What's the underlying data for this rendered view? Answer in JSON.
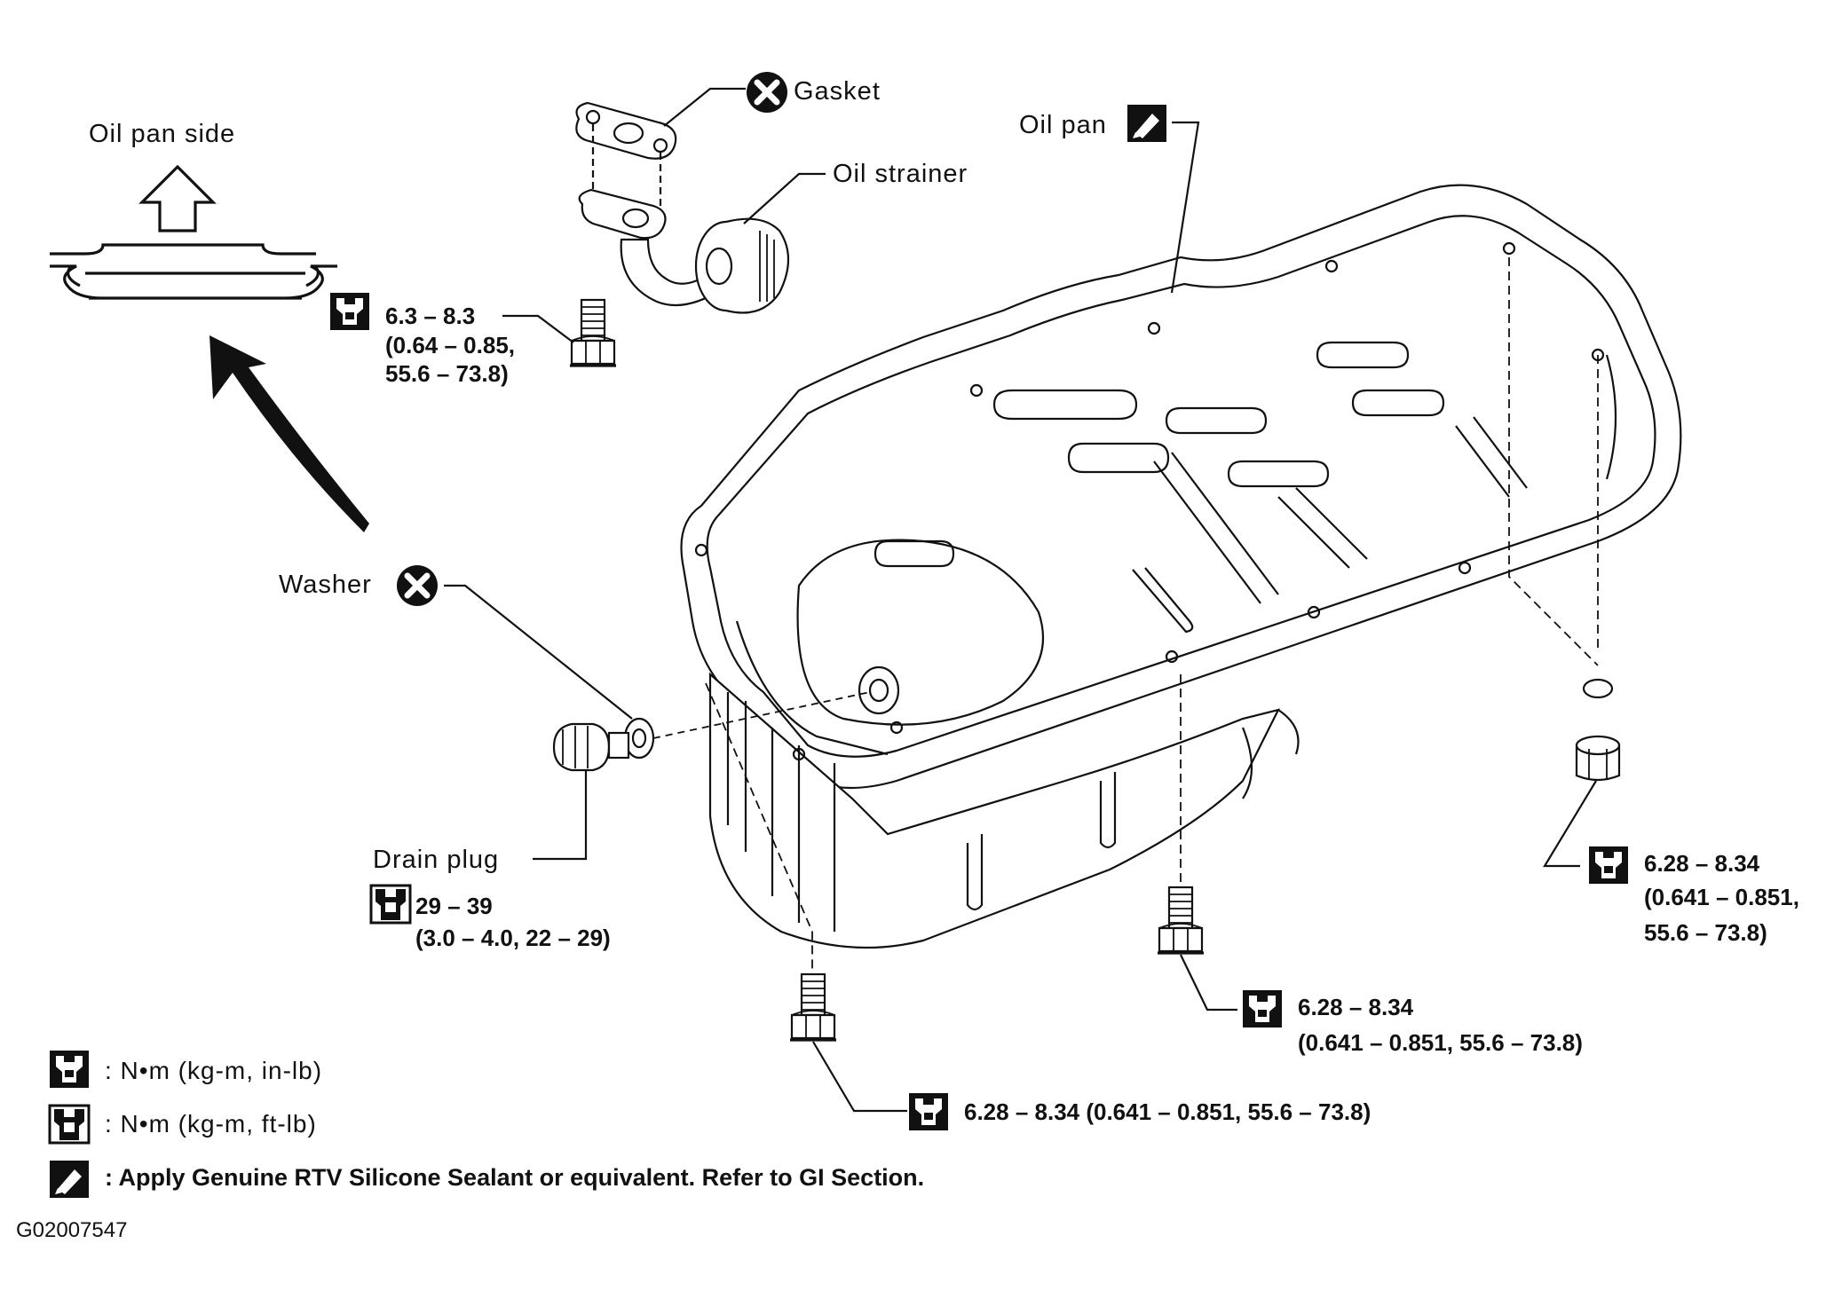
{
  "labels": {
    "oil_pan_side": "Oil pan side",
    "gasket": "Gasket",
    "oil_strainer": "Oil strainer",
    "oil_pan": "Oil pan",
    "washer": "Washer",
    "drain_plug": "Drain plug"
  },
  "torques": {
    "strainer_bolt": [
      "6.3 – 8.3",
      "(0.64 – 0.85,",
      "55.6 – 73.8)"
    ],
    "drain_plug": [
      "29 – 39",
      "(3.0 – 4.0, 22 – 29)"
    ],
    "right_nut": [
      "6.28 – 8.34",
      "(0.641 – 0.851,",
      "55.6 – 73.8)"
    ],
    "center_bolt": [
      "6.28 – 8.34",
      "(0.641 – 0.851, 55.6 – 73.8)"
    ],
    "front_bolt": "6.28 – 8.34 (0.641 – 0.851, 55.6 – 73.8)"
  },
  "legend": {
    "in_lb": ":  N•m  (kg-m,  in-lb)",
    "ft_lb": ":  N•m  (kg-m,  ft-lb)",
    "sealant": ": Apply Genuine RTV Silicone Sealant or equivalent. Refer to GI Section."
  },
  "figure_code": "G02007547",
  "icons": {
    "torque_in_lb": "wrench-in-lb-icon",
    "torque_ft_lb": "wrench-ft-lb-icon",
    "do_not_reuse": "circled-x-icon",
    "sealant": "sealant-icon"
  }
}
